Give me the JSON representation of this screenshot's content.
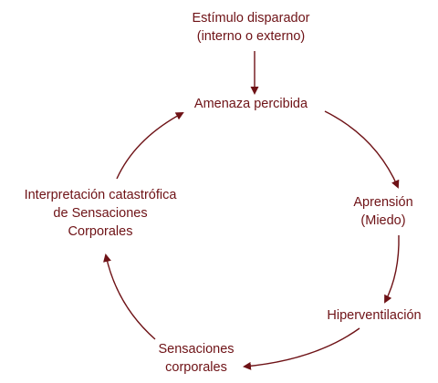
{
  "colors": {
    "text": "#6e1216",
    "arrow": "#6e1216",
    "background": "#ffffff"
  },
  "nodes": {
    "trigger": {
      "line1": "Estímulo disparador",
      "line2": "(interno o externo)"
    },
    "threat": {
      "line1": "Amenaza percibida"
    },
    "apprehension": {
      "line1": "Aprensión",
      "line2": "(Miedo)"
    },
    "hyperventilation": {
      "line1": "Hiperventilación"
    },
    "sensations": {
      "line1": "Sensaciones",
      "line2": "corporales"
    },
    "interpretation": {
      "line1": "Interpretación catastrófica",
      "line2": "de Sensaciones",
      "line3": "Corporales"
    }
  }
}
